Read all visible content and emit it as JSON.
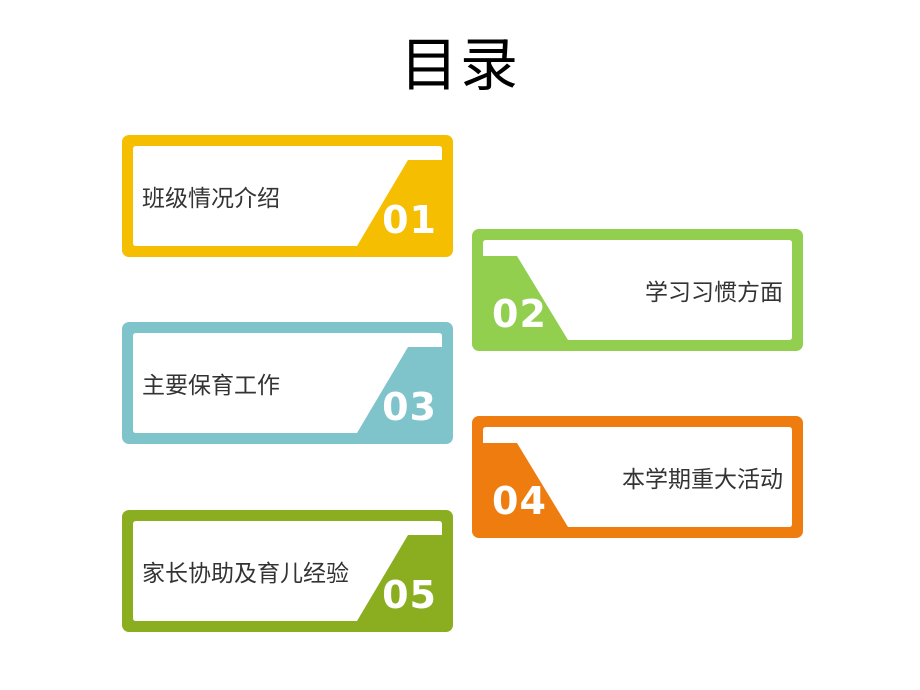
{
  "title": "目录",
  "colors": {
    "yellow": "#F5BE00",
    "green": "#92CF4E",
    "teal": "#7FC3CB",
    "orange": "#EE7C0E",
    "olive": "#8AAE1F",
    "text": "#333333"
  },
  "items": [
    {
      "number": "01",
      "label": "班级情况介绍",
      "color": "#F5BE00",
      "side": "left"
    },
    {
      "number": "02",
      "label": "学习习惯方面",
      "color": "#92CF4E",
      "side": "right"
    },
    {
      "number": "03",
      "label": "主要保育工作",
      "color": "#7FC3CB",
      "side": "left"
    },
    {
      "number": "04",
      "label": "本学期重大活动",
      "color": "#EE7C0E",
      "side": "right"
    },
    {
      "number": "05",
      "label": "家长协助及育儿经验",
      "color": "#8AAE1F",
      "side": "left"
    }
  ]
}
